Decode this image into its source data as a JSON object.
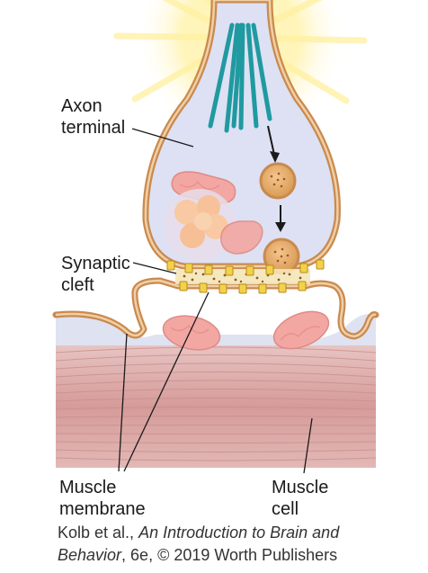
{
  "labels": {
    "axon_terminal": [
      "Axon",
      "terminal"
    ],
    "synaptic_cleft": [
      "Synaptic",
      "cleft"
    ],
    "muscle_membrane": [
      "Muscle",
      "membrane"
    ],
    "muscle_cell": [
      "Muscle",
      "cell"
    ]
  },
  "caption": {
    "line1_prefix": "Kolb et al., ",
    "line1_italic": "An Introduction to Brain and",
    "line2_italic": "Behavior",
    "line2_rest": ", 6e, © 2019 Worth Publishers"
  },
  "colors": {
    "membrane": "#c98a4f",
    "terminal_fill": "#d9dff2",
    "microtubule": "#1f9aa0",
    "mitochondria": "#f2a7a2",
    "muscle_band": "#d9a7a5",
    "receptor": "#f2d24a",
    "glow": "#fff2a8"
  }
}
